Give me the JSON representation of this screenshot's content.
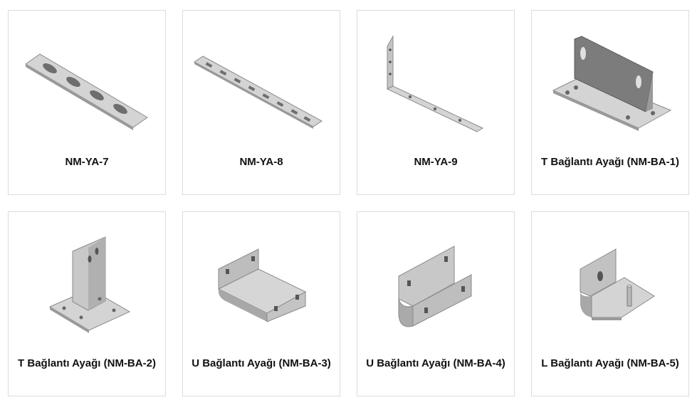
{
  "products": [
    {
      "label": "NM-YA-7",
      "icon": "slotted-flat-plate-icon"
    },
    {
      "label": "NM-YA-8",
      "icon": "multi-slot-strip-icon"
    },
    {
      "label": "NM-YA-9",
      "icon": "l-angle-bracket-icon"
    },
    {
      "label": "T Bağlantı Ayağı (NM-BA-1)",
      "icon": "t-bracket-wide-icon"
    },
    {
      "label": "T Bağlantı Ayağı (NM-BA-2)",
      "icon": "t-bracket-tall-icon"
    },
    {
      "label": "U Bağlantı Ayağı (NM-BA-3)",
      "icon": "u-bracket-flat-icon"
    },
    {
      "label": "U Bağlantı Ayağı (NM-BA-4)",
      "icon": "u-bracket-round-icon"
    },
    {
      "label": "L Bağlantı Ayağı (NM-BA-5)",
      "icon": "l-bracket-pin-icon"
    }
  ],
  "colors": {
    "metal_light": "#d6d6d6",
    "metal_mid": "#b4b4b4",
    "metal_dark": "#7c7c7c",
    "border": "#dcdcdc"
  }
}
